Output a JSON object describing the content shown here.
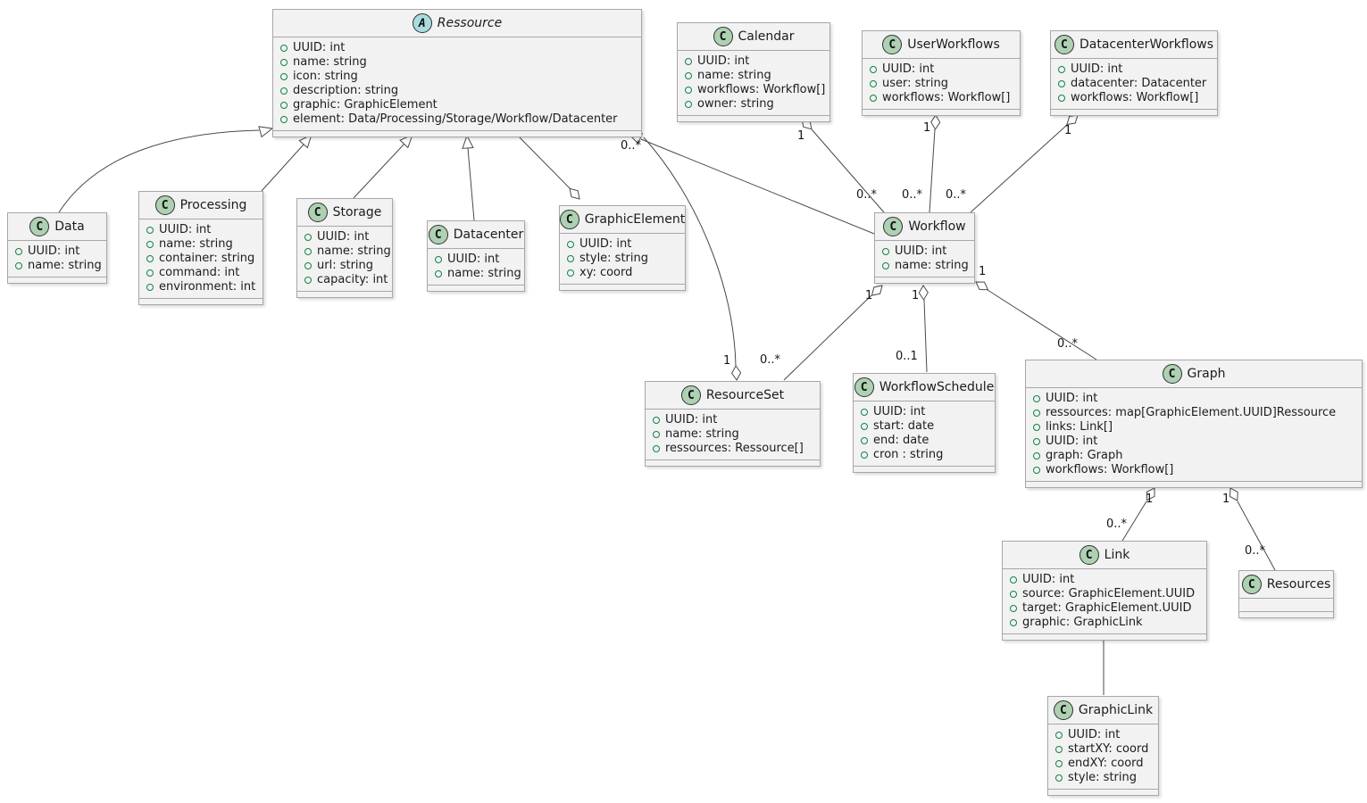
{
  "diagram": {
    "kind": "uml-class-diagram"
  },
  "icons": {
    "class_letter": "C",
    "abstract_letter": "A",
    "field_visibility_icon": "green-open-circle"
  },
  "colors": {
    "box_bg": "#F2F2F2",
    "box_border": "#A7A7A7",
    "edge_color": "#4A4A4A",
    "class_icon_bg": "#ADD1B2",
    "abstract_icon_bg": "#A9DCDF",
    "field_circle": "#128345"
  },
  "classes": {
    "ressource": {
      "name": "Ressource",
      "stereotype": "abstract",
      "attrs": [
        "UUID: int",
        "name: string",
        "icon: string",
        "description: string",
        "graphic: GraphicElement",
        "element: Data/Processing/Storage/Workflow/Datacenter"
      ]
    },
    "calendar": {
      "name": "Calendar",
      "attrs": [
        "UUID: int",
        "name: string",
        "workflows: Workflow[]",
        "owner: string"
      ]
    },
    "userworkflows": {
      "name": "UserWorkflows",
      "attrs": [
        "UUID: int",
        "user: string",
        "workflows: Workflow[]"
      ]
    },
    "datacenterworkflows": {
      "name": "DatacenterWorkflows",
      "attrs": [
        "UUID: int",
        "datacenter: Datacenter",
        "workflows: Workflow[]"
      ]
    },
    "data": {
      "name": "Data",
      "attrs": [
        "UUID: int",
        "name: string"
      ]
    },
    "processing": {
      "name": "Processing",
      "attrs": [
        "UUID: int",
        "name: string",
        "container: string",
        "command: int",
        "environment: int"
      ]
    },
    "storage": {
      "name": "Storage",
      "attrs": [
        "UUID: int",
        "name: string",
        "url: string",
        "capacity: int"
      ]
    },
    "datacenter": {
      "name": "Datacenter",
      "attrs": [
        "UUID: int",
        "name: string"
      ]
    },
    "graphicelement": {
      "name": "GraphicElement",
      "attrs": [
        "UUID: int",
        "style: string",
        "xy: coord"
      ]
    },
    "workflow": {
      "name": "Workflow",
      "attrs": [
        "UUID: int",
        "name: string"
      ]
    },
    "resourceset": {
      "name": "ResourceSet",
      "attrs": [
        "UUID: int",
        "name: string",
        "ressources: Ressource[]"
      ]
    },
    "workflowschedule": {
      "name": "WorkflowSchedule",
      "attrs": [
        "UUID: int",
        "start: date",
        "end: date",
        "cron : string"
      ]
    },
    "graph": {
      "name": "Graph",
      "attrs": [
        "UUID: int",
        "ressources: map[GraphicElement.UUID]Ressource",
        "links: Link[]",
        "UUID: int",
        "graph: Graph",
        "workflows: Workflow[]"
      ]
    },
    "link": {
      "name": "Link",
      "attrs": [
        "UUID: int",
        "source: GraphicElement.UUID",
        "target: GraphicElement.UUID",
        "graphic: GraphicLink"
      ]
    },
    "resources": {
      "name": "Resources",
      "attrs": []
    },
    "graphiclink": {
      "name": "GraphicLink",
      "attrs": [
        "UUID: int",
        "startXY: coord",
        "endXY: coord",
        "style: string"
      ]
    }
  },
  "edges": [
    {
      "from": "Data",
      "to": "Ressource",
      "type": "inheritance"
    },
    {
      "from": "Processing",
      "to": "Ressource",
      "type": "inheritance"
    },
    {
      "from": "Storage",
      "to": "Ressource",
      "type": "inheritance"
    },
    {
      "from": "Datacenter",
      "to": "Ressource",
      "type": "inheritance"
    },
    {
      "from": "Workflow",
      "to": "Ressource",
      "type": "inheritance"
    },
    {
      "from": "Ressource",
      "to": "GraphicElement",
      "type": "aggregation",
      "diamond_at": "GraphicElement"
    },
    {
      "from": "ResourceSet",
      "to": "Ressource",
      "type": "aggregation",
      "from_mult": "1",
      "to_mult": "0..*"
    },
    {
      "from": "Calendar",
      "to": "Workflow",
      "type": "aggregation",
      "from_mult": "1",
      "to_mult": "0..*"
    },
    {
      "from": "UserWorkflows",
      "to": "Workflow",
      "type": "aggregation",
      "from_mult": "1",
      "to_mult": "0..*"
    },
    {
      "from": "DatacenterWorkflows",
      "to": "Workflow",
      "type": "aggregation",
      "from_mult": "1",
      "to_mult": "0..*"
    },
    {
      "from": "Workflow",
      "to": "ResourceSet",
      "type": "aggregation",
      "from_mult": "1",
      "to_mult": "0..*"
    },
    {
      "from": "Workflow",
      "to": "WorkflowSchedule",
      "type": "aggregation",
      "from_mult": "1",
      "to_mult": "0..1"
    },
    {
      "from": "Workflow",
      "to": "Graph",
      "type": "aggregation",
      "from_mult": "1",
      "to_mult": "0..*"
    },
    {
      "from": "Graph",
      "to": "Link",
      "type": "aggregation",
      "from_mult": "1",
      "to_mult": "0..*"
    },
    {
      "from": "Graph",
      "to": "Resources",
      "type": "aggregation",
      "from_mult": "1",
      "to_mult": "0..*"
    },
    {
      "from": "Link",
      "to": "GraphicLink",
      "type": "association"
    }
  ]
}
